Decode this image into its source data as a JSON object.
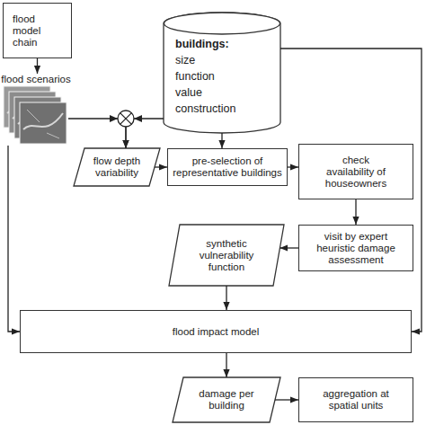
{
  "diagram": {
    "nodes": [
      {
        "text": [
          "flood model chain"
        ]
      },
      {
        "text": [
          "flood scenarios"
        ]
      },
      {
        "text": [
          "buildings:",
          "size function value construction"
        ]
      },
      {
        "text": [
          "flow depth variability"
        ]
      },
      {
        "text": [
          "pre-selection of representative buildings"
        ]
      },
      {
        "text": [
          "check availability of houseowners"
        ]
      },
      {
        "text": [
          "synthetic vulnerability function"
        ]
      },
      {
        "text": [
          "visit by expert heuristic damage assessment"
        ]
      },
      {
        "text": [
          "flood impact model"
        ]
      },
      {
        "text": [
          "damage per building"
        ]
      },
      {
        "text": [
          "aggregation at spatial units"
        ]
      }
    ],
    "edges": [
      {
        "from": 0,
        "to": 1,
        "arrow": "to"
      },
      {
        "from": 1,
        "to": 3,
        "arrow": "to"
      },
      {
        "from": 2,
        "to": 3,
        "arrow": "to"
      },
      {
        "from": 2,
        "to": 4,
        "arrow": "to"
      },
      {
        "from": 3,
        "to": 4,
        "arrow": "to"
      },
      {
        "from": 4,
        "to": 5,
        "arrow": "to"
      },
      {
        "from": 5,
        "to": 7,
        "arrow": "to"
      },
      {
        "from": 7,
        "to": 6,
        "arrow": "to"
      },
      {
        "from": 6,
        "to": 8,
        "arrow": "to"
      },
      {
        "from": 1,
        "to": 8,
        "arrow": "to"
      },
      {
        "from": 2,
        "to": 8,
        "arrow": "to"
      },
      {
        "from": 8,
        "to": 9,
        "arrow": "to"
      },
      {
        "from": 9,
        "to": 10,
        "arrow": "to"
      }
    ]
  }
}
